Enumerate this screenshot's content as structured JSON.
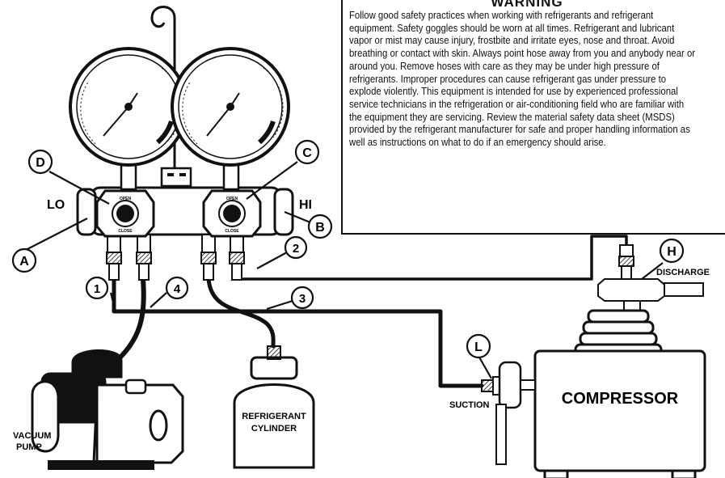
{
  "warning": {
    "title": "WARNING",
    "body": "Follow good safety practices when working with refrigerants and refrigerant equipment. Safety goggles should be worn at all times. Refrigerant and lubricant vapor or mist may cause injury, frostbite and irritate eyes, nose and throat. Avoid breathing or contact with skin. Always point hose away from you and anybody near or around you. Remove hoses with care as they may be under high pressure of refrigerants. Improper procedures can cause refrigerant gas under pressure to explode violently. This equipment is intended for use by experienced professional service technicians in the refrigeration or air-conditioning field who are familiar with the equipment they are servicing. Review the material safety data sheet (MSDS) provided by the refrigerant manufacturer for safe and proper handling information as well as instructions on what to do if an emergency should arise."
  },
  "manifold": {
    "lo_label": "LO",
    "hi_label": "HI",
    "knob_text_top": "OPEN",
    "knob_text_bottom": "CLOSE"
  },
  "callouts": {
    "A": "A",
    "B": "B",
    "C": "C",
    "D": "D",
    "H": "H",
    "L": "L"
  },
  "hose_numbers": {
    "n1": "1",
    "n2": "2",
    "n3": "3",
    "n4": "4"
  },
  "components": {
    "discharge": "DISCHARGE",
    "suction": "SUCTION",
    "compressor": "COMPRESSOR",
    "vacuum_pump_line1": "VACUUM",
    "vacuum_pump_line2": "PUMP",
    "cylinder_line1": "REFRIGERANT",
    "cylinder_line2": "CYLINDER"
  }
}
